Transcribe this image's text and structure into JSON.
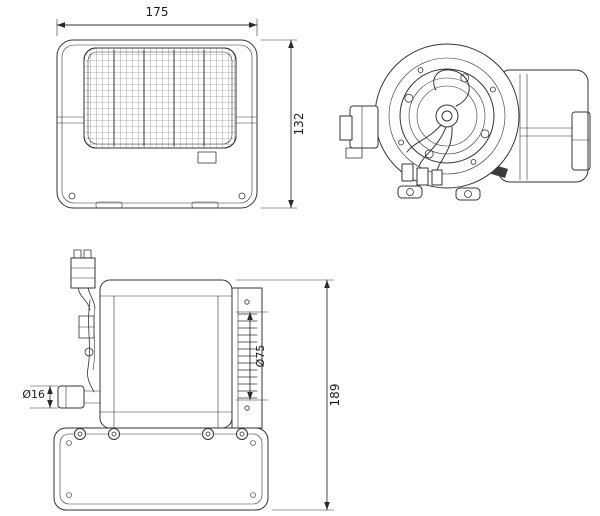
{
  "drawing": {
    "kind": "technical-drawing-blower-unit",
    "colors": {
      "background": "#ffffff",
      "line": "#333333",
      "text": "#1a1a1a",
      "grille_mesh": "#6a6a6a"
    },
    "dimensions": {
      "front_width": "175",
      "front_height": "132",
      "outlet_diameter": "Ø75",
      "drain_diameter": "Ø16",
      "assembly_height": "189"
    }
  }
}
